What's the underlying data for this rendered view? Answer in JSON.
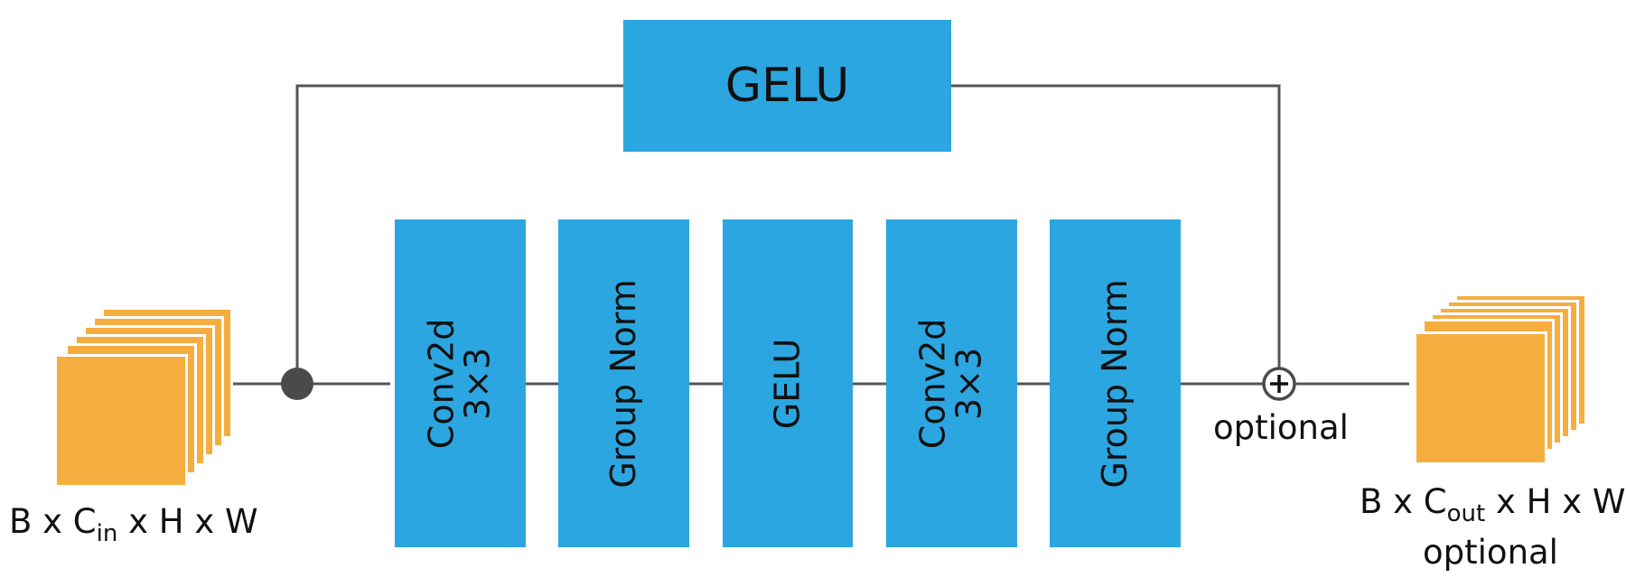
{
  "diagram": {
    "gelu_skip": {
      "label": "GELU"
    },
    "blocks": [
      {
        "line1": "Conv2d",
        "line2": "3×3"
      },
      {
        "line1": "Group Norm",
        "line2": ""
      },
      {
        "line1": "GELU",
        "line2": ""
      },
      {
        "line1": "Conv2d",
        "line2": "3×3"
      },
      {
        "line1": "Group Norm",
        "line2": ""
      }
    ],
    "input": {
      "prefix": "B x C",
      "sub": "in",
      "suffix": " x H x W"
    },
    "output": {
      "prefix": "B x C",
      "sub": "out",
      "suffix": " x H x W",
      "note": "optional"
    },
    "add_node": {
      "symbol": "+",
      "note": "optional"
    },
    "colors": {
      "block": "#2ba6e0",
      "tensor": "#f6ad40",
      "line": "#555555"
    }
  }
}
